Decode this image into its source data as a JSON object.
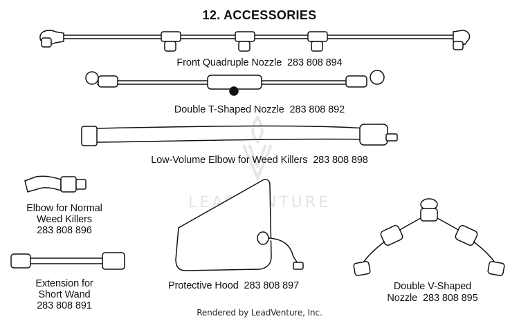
{
  "section_title": "12.  ACCESSORIES",
  "watermark": {
    "brand_text": "LEADVENTURE"
  },
  "items": [
    {
      "key": "front_quadruple",
      "name": "Front Quadruple Nozzle",
      "part_no": "283 808 894"
    },
    {
      "key": "double_t",
      "name": "Double T-Shaped Nozzle",
      "part_no": "283 808 892"
    },
    {
      "key": "low_volume_elbow",
      "name": "Low-Volume Elbow for Weed Killers",
      "part_no": "283 808 898"
    },
    {
      "key": "elbow_normal",
      "name_line1": "Elbow for Normal",
      "name_line2": "Weed Killers",
      "part_no": "283 808 896"
    },
    {
      "key": "extension",
      "name_line1": "Extension for",
      "name_line2": "Short Wand",
      "part_no": "283 808 891"
    },
    {
      "key": "protective_hood",
      "name": "Protective Hood",
      "part_no": "283 808 897"
    },
    {
      "key": "double_v",
      "name_line1": "Double V-Shaped",
      "name_line2": "Nozzle",
      "part_no": "283 808 895"
    }
  ],
  "footer": "Rendered by LeadVenture, Inc.",
  "colors": {
    "ink": "#111111",
    "watermark": "#e4e4e4",
    "paper": "#ffffff"
  }
}
